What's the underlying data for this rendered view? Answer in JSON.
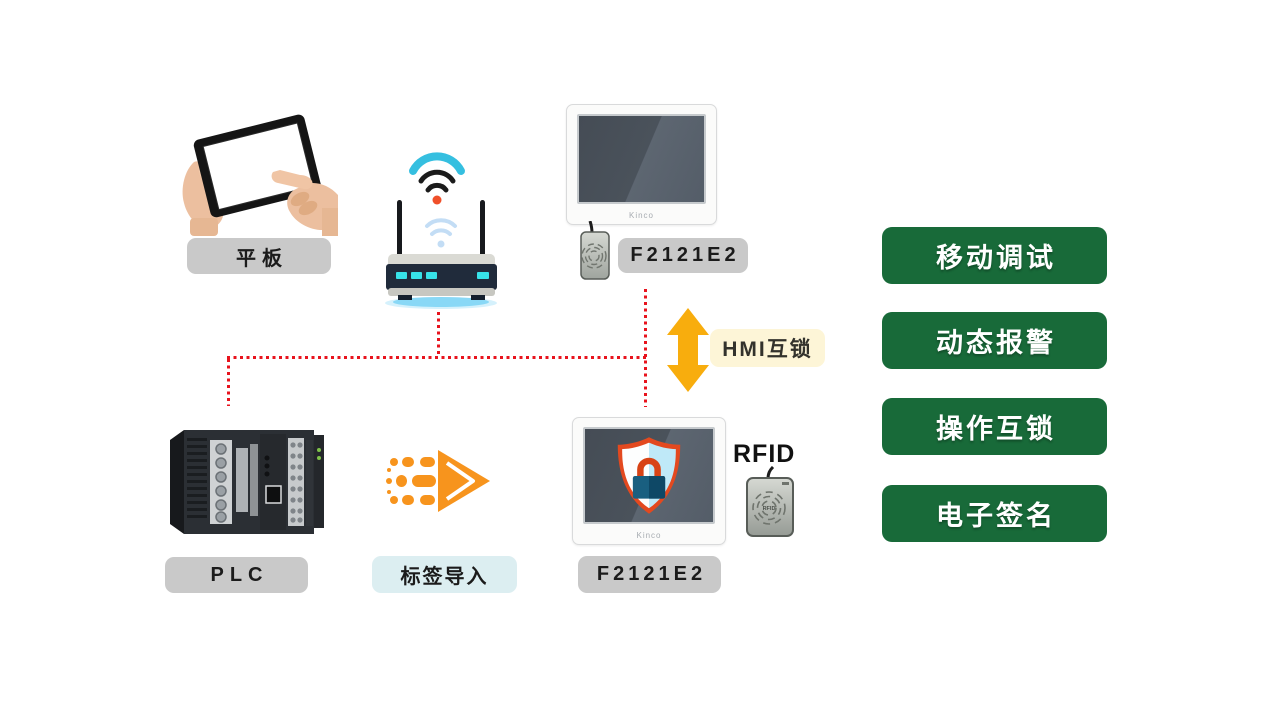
{
  "brand": "Kinco",
  "nodes": {
    "tablet": {
      "label": "平板"
    },
    "hmi_top": {
      "label": "F2121E2"
    },
    "plc": {
      "label": "PLC"
    },
    "tag_import": {
      "label": "标签导入"
    },
    "hmi_bottom": {
      "label": "F2121E2"
    },
    "rfid": {
      "title": "RFID",
      "device_text": "RFID"
    }
  },
  "annotations": {
    "hmi_interlock": "HMI互锁"
  },
  "features": [
    {
      "label": "移动调试"
    },
    {
      "label": "动态报警"
    },
    {
      "label": "操作互锁"
    },
    {
      "label": "电子签名"
    }
  ],
  "colors": {
    "feature_green": "#186a39",
    "connection_red": "#e8131d",
    "arrow_yellow": "#f8ad0d",
    "arrow_orange": "#f7941d",
    "interlock_bg": "#fdf5d7",
    "chip_gray": "#c9c9c9",
    "chip_cyan": "#dceef1"
  }
}
